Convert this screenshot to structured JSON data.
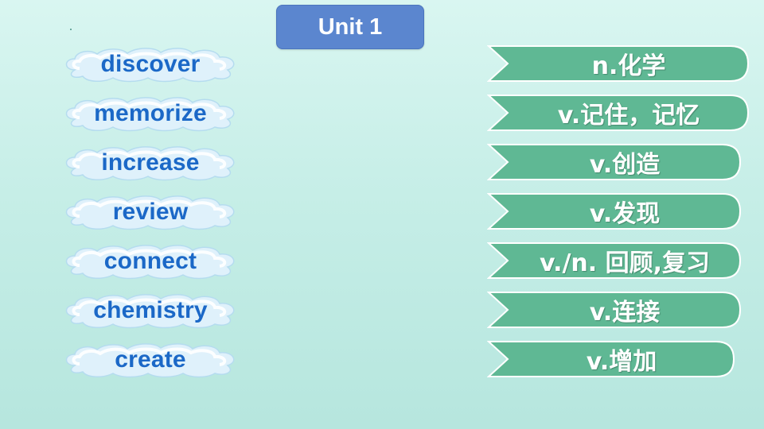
{
  "title": "Unit 1",
  "words": [
    "discover",
    "memorize",
    "increase",
    "review",
    "connect",
    "chemistry",
    "create"
  ],
  "meanings": [
    "n.化学",
    "v.记住，记忆",
    "v.创造",
    "v.发现",
    "v./n. 回顾,复习",
    "v.连接",
    "v.增加"
  ],
  "colors": {
    "background": "#c6eee7",
    "title_box": "#5b86cf",
    "word_text": "#1b68c7",
    "arrow_fill": "#5fb894",
    "cloud_fill": "#ffffff"
  }
}
